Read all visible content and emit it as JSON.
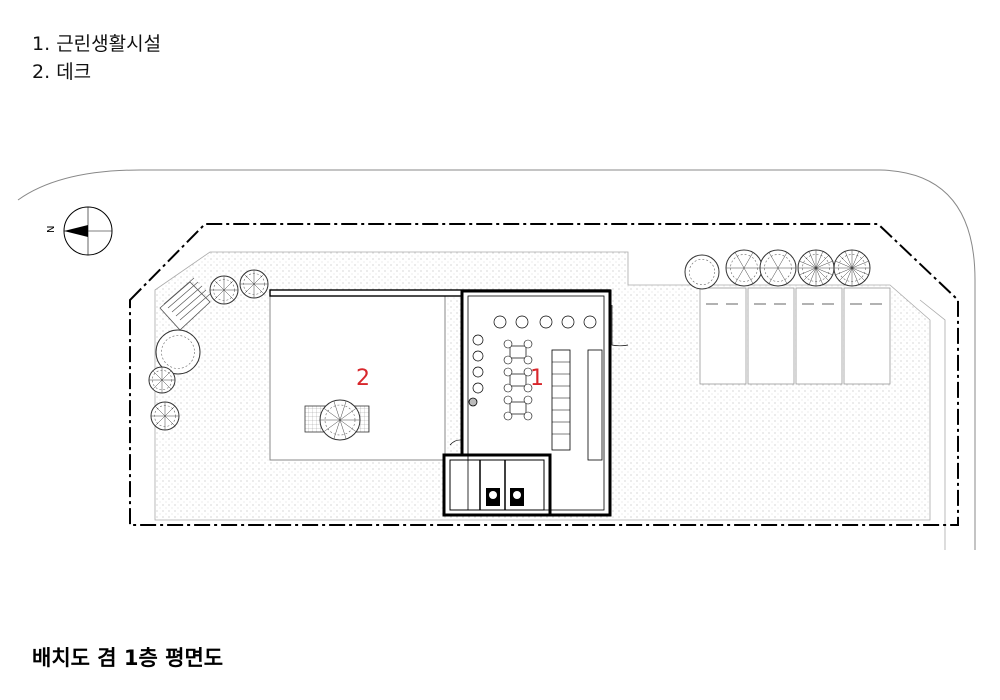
{
  "legend": {
    "items": [
      {
        "num": "1.",
        "text": "근린생활시설"
      },
      {
        "num": "2.",
        "text": "데크"
      }
    ]
  },
  "plan": {
    "labels": [
      "1",
      "2"
    ],
    "north_label": "N",
    "colors": {
      "label": "#d8262b",
      "line": "#000000",
      "hatch": "#bbbbbb"
    }
  },
  "title": "배치도 겸 1층 평면도"
}
